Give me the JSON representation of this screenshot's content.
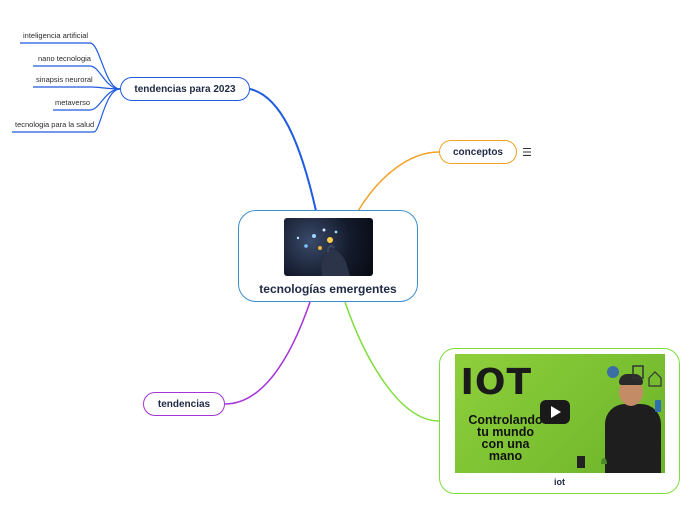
{
  "central": {
    "title": "tecnologías emergentes",
    "image_icon": "technology-hand-photo"
  },
  "branches": {
    "tendencias2023": {
      "label": "tendencias para 2023",
      "color": "#1f5be0"
    },
    "conceptos": {
      "label": "conceptos",
      "color": "#f4a127",
      "icon": "notes-icon"
    },
    "tendencias": {
      "label": "tendencias",
      "color": "#a433d9"
    },
    "iot": {
      "label": "iot",
      "color": "#7dde3a"
    }
  },
  "leaves": [
    {
      "label": "inteligencia artificial"
    },
    {
      "label": "nano tecnologia"
    },
    {
      "label": "sinapsis neuroral"
    },
    {
      "label": "metaverso"
    },
    {
      "label": "tecnologia para la salud"
    }
  ],
  "iot_video": {
    "big_text": "IOT",
    "subtitle_lines": [
      "Controlando",
      "tu mundo",
      "con una",
      "mano"
    ],
    "play_icon": "play-icon"
  }
}
